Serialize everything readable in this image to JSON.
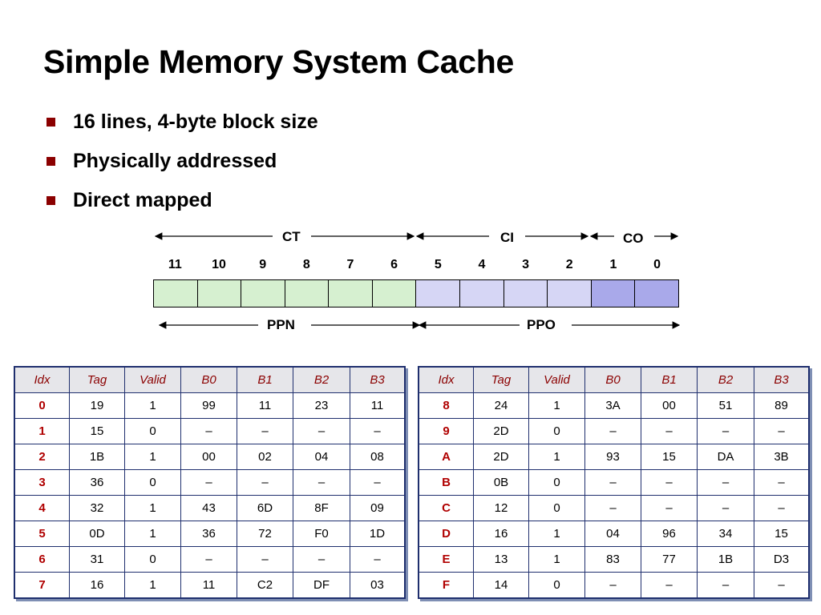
{
  "title": "Simple Memory System Cache",
  "bullets": [
    "16 lines, 4-byte block size",
    "Physically addressed",
    "Direct mapped"
  ],
  "address": {
    "bit_numbers": [
      "11",
      "10",
      "9",
      "8",
      "7",
      "6",
      "5",
      "4",
      "3",
      "2",
      "1",
      "0"
    ],
    "labels": {
      "ct": "CT",
      "ci": "CI",
      "co": "CO",
      "ppn": "PPN",
      "ppo": "PPO"
    },
    "colors": {
      "ct": "#d6f0d0",
      "ci": "#d6d6f5",
      "co": "#a9a9ea"
    }
  },
  "table_headers": [
    "Idx",
    "Tag",
    "Valid",
    "B0",
    "B1",
    "B2",
    "B3"
  ],
  "table_left": [
    [
      "0",
      "19",
      "1",
      "99",
      "11",
      "23",
      "11"
    ],
    [
      "1",
      "15",
      "0",
      "–",
      "–",
      "–",
      "–"
    ],
    [
      "2",
      "1B",
      "1",
      "00",
      "02",
      "04",
      "08"
    ],
    [
      "3",
      "36",
      "0",
      "–",
      "–",
      "–",
      "–"
    ],
    [
      "4",
      "32",
      "1",
      "43",
      "6D",
      "8F",
      "09"
    ],
    [
      "5",
      "0D",
      "1",
      "36",
      "72",
      "F0",
      "1D"
    ],
    [
      "6",
      "31",
      "0",
      "–",
      "–",
      "–",
      "–"
    ],
    [
      "7",
      "16",
      "1",
      "11",
      "C2",
      "DF",
      "03"
    ]
  ],
  "table_right": [
    [
      "8",
      "24",
      "1",
      "3A",
      "00",
      "51",
      "89"
    ],
    [
      "9",
      "2D",
      "0",
      "–",
      "–",
      "–",
      "–"
    ],
    [
      "A",
      "2D",
      "1",
      "93",
      "15",
      "DA",
      "3B"
    ],
    [
      "B",
      "0B",
      "0",
      "–",
      "–",
      "–",
      "–"
    ],
    [
      "C",
      "12",
      "0",
      "–",
      "–",
      "–",
      "–"
    ],
    [
      "D",
      "16",
      "1",
      "04",
      "96",
      "34",
      "15"
    ],
    [
      "E",
      "13",
      "1",
      "83",
      "77",
      "1B",
      "D3"
    ],
    [
      "F",
      "14",
      "0",
      "–",
      "–",
      "–",
      "–"
    ]
  ]
}
